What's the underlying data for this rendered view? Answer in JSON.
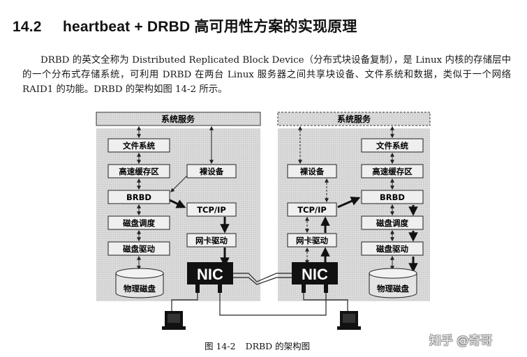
{
  "heading": {
    "number": "14.2",
    "title": "heartbeat + DRBD 高可用性方案的实现原理"
  },
  "paragraph": "DRBD 的英文全称为 Distributed Replicated Block Device（分布式块设备复制），是 Linux 内核的存储层中的一个分布式存储系统，可利用 DRBD 在两台 Linux 服务器之间共享块设备、文件系统和数据，类似于一个网络 RAID1 的功能。DRBD 的架构如图 14-2 所示。",
  "figure": {
    "left_node": {
      "system_service": "系统服务",
      "file_system": "文件系统",
      "buffer_cache": "高速缓存区",
      "raw_device": "裸设备",
      "drbd": "BRBD",
      "tcp_ip": "TCP/IP",
      "disk_scheduler": "磁盘调度",
      "nic_driver": "网卡驱动",
      "disk_driver": "磁盘驱动",
      "nic": "NIC",
      "physical_disk": "物理磁盘"
    },
    "right_node": {
      "system_service": "系统服务",
      "file_system": "文件系统",
      "raw_device": "裸设备",
      "buffer_cache": "高速缓存区",
      "tcp_ip": "TCP/IP",
      "drbd": "BRBD",
      "disk_scheduler": "磁盘调度",
      "nic_driver": "网卡驱动",
      "disk_driver": "磁盘驱动",
      "nic": "NIC",
      "physical_disk": "物理磁盘"
    }
  },
  "caption": {
    "number": "图 14-2",
    "text": "DRBD 的架构图"
  },
  "watermark": "知乎 @奇哥",
  "colors": {
    "panel": "#d7d7d7",
    "box": "#ececec",
    "stroke": "#222222",
    "text": "#111111"
  }
}
